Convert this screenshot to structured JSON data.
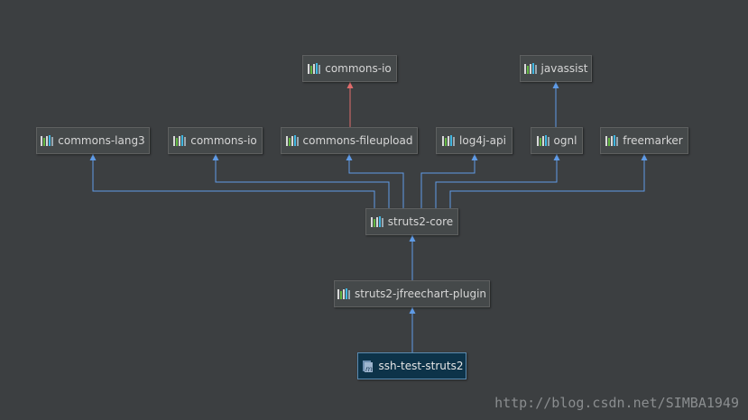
{
  "diagram": {
    "nodes": [
      {
        "id": "commons-io-top",
        "label": "commons-io",
        "kind": "library"
      },
      {
        "id": "javassist",
        "label": "javassist",
        "kind": "library"
      },
      {
        "id": "commons-lang3",
        "label": "commons-lang3",
        "kind": "library"
      },
      {
        "id": "commons-io",
        "label": "commons-io",
        "kind": "library"
      },
      {
        "id": "commons-fileupload",
        "label": "commons-fileupload",
        "kind": "library"
      },
      {
        "id": "log4j-api",
        "label": "log4j-api",
        "kind": "library"
      },
      {
        "id": "ognl",
        "label": "ognl",
        "kind": "library"
      },
      {
        "id": "freemarker",
        "label": "freemarker",
        "kind": "library"
      },
      {
        "id": "struts2-core",
        "label": "struts2-core",
        "kind": "library"
      },
      {
        "id": "struts2-jfreechart-plugin",
        "label": "struts2-jfreechart-plugin",
        "kind": "library"
      },
      {
        "id": "ssh-test-struts2",
        "label": "ssh-test-struts2",
        "kind": "module"
      }
    ],
    "edges": [
      {
        "from": "commons-fileupload",
        "to": "commons-io-top",
        "color": "#e06c6c"
      },
      {
        "from": "ognl",
        "to": "javassist",
        "color": "#5f9be6"
      },
      {
        "from": "struts2-core",
        "to": "commons-lang3",
        "color": "#5f9be6"
      },
      {
        "from": "struts2-core",
        "to": "commons-io",
        "color": "#5f9be6"
      },
      {
        "from": "struts2-core",
        "to": "commons-fileupload",
        "color": "#5f9be6"
      },
      {
        "from": "struts2-core",
        "to": "log4j-api",
        "color": "#5f9be6"
      },
      {
        "from": "struts2-core",
        "to": "ognl",
        "color": "#5f9be6"
      },
      {
        "from": "struts2-core",
        "to": "freemarker",
        "color": "#5f9be6"
      },
      {
        "from": "struts2-jfreechart-plugin",
        "to": "struts2-core",
        "color": "#5f9be6"
      },
      {
        "from": "ssh-test-struts2",
        "to": "struts2-jfreechart-plugin",
        "color": "#5f9be6"
      }
    ]
  },
  "icons": {
    "library": "library-icon",
    "module": "maven-module-icon"
  },
  "colors": {
    "background": "#3c3f41",
    "node_fill": "#45494a",
    "module_fill": "#0d3349",
    "edge_default": "#5f9be6",
    "edge_conflict": "#e06c6c"
  },
  "watermark": "http://blog.csdn.net/SIMBA1949"
}
